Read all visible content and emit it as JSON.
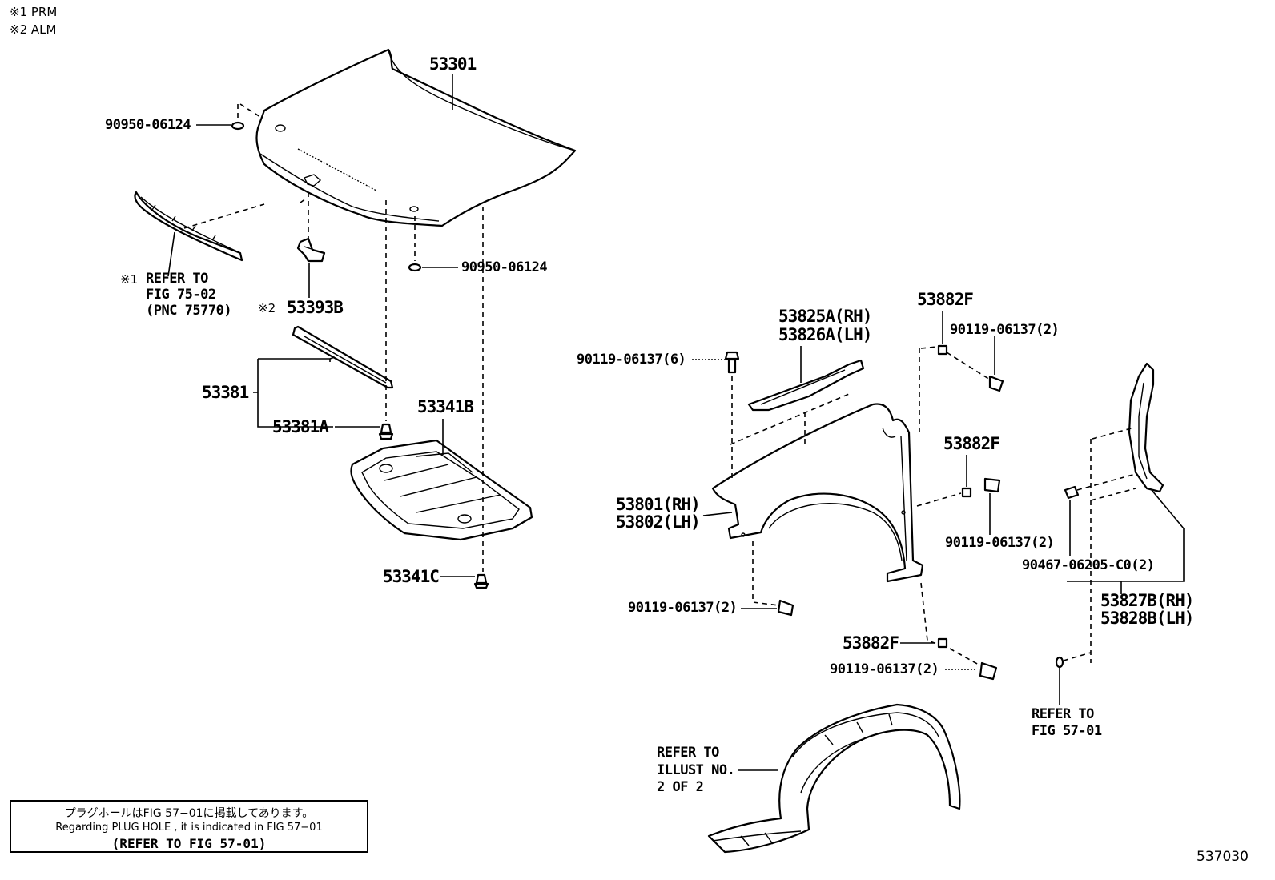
{
  "legend": {
    "note1": "※1 PRM",
    "note2": "※2 ALM"
  },
  "parts": {
    "p53301": "53301",
    "p90950_a": "90950-06124",
    "p90950_b": "90950-06124",
    "refer_prefix": "※1",
    "refer_line1": "REFER TO",
    "refer_line2": "FIG 75-02",
    "refer_line3": "(PNC 75770)",
    "p53393b_prefix": "※2",
    "p53393b": "53393B",
    "p53381": "53381",
    "p53381a": "53381A",
    "p53341b": "53341B",
    "p53341c": "53341C",
    "p53825a": "53825A(RH)",
    "p53826a": "53826A(LH)",
    "p53882f_a": "53882F",
    "p53882f_b": "53882F",
    "p53882f_c": "53882F",
    "p90119_6": "90119-06137(6)",
    "p90119_2a": "90119-06137(2)",
    "p90119_2b": "90119-06137(2)",
    "p90119_2c": "90119-06137(2)",
    "p90119_2d": "90119-06137(2)",
    "p53801": "53801(RH)",
    "p53802": "53802(LH)",
    "p90467": "90467-06205-C0(2)",
    "p53827b": "53827B(RH)",
    "p53828b": "53828B(LH)",
    "refer57_line1": "REFER TO",
    "refer57_line2": "FIG 57-01",
    "illust_line1": "REFER TO",
    "illust_line2": "ILLUST NO.",
    "illust_line3": "2 OF 2"
  },
  "notice_box": {
    "japanese": "プラグホールはFIG 57−01に掲載してあります。",
    "english": "Regarding  PLUG  HOLE , it is indicated in FIG 57−01",
    "refer": "(REFER  TO  FIG 57-01)"
  },
  "figure_id": "537030"
}
